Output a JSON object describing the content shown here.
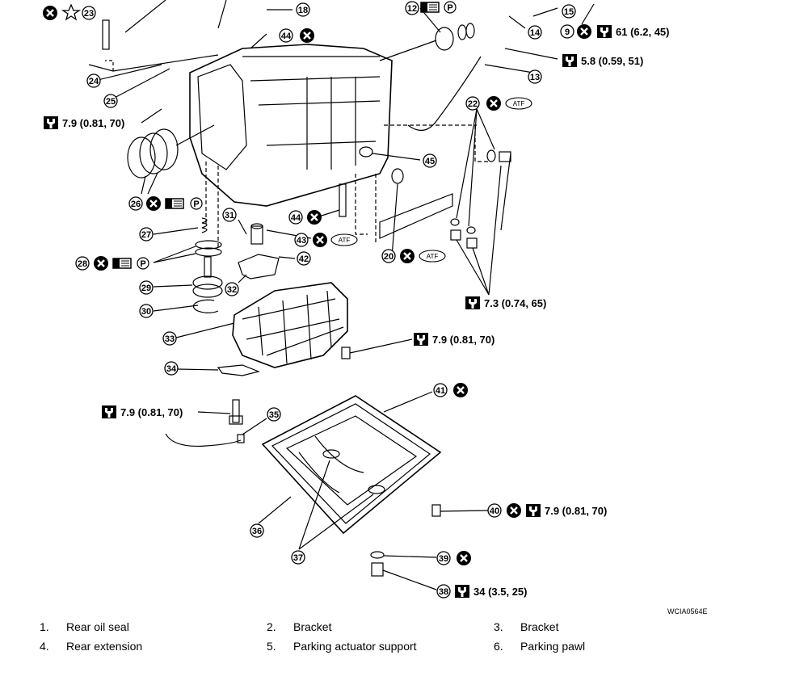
{
  "callouts": {
    "c9": "9",
    "c12": "12",
    "c13": "13",
    "c14": "14",
    "c15": "15",
    "c18": "18",
    "c20": "20",
    "c22": "22",
    "c23": "23",
    "c24": "24",
    "c25": "25",
    "c26": "26",
    "c27": "27",
    "c28": "28",
    "c29": "29",
    "c30": "30",
    "c31": "31",
    "c32": "32",
    "c33": "33",
    "c34": "34",
    "c35": "35",
    "c36": "36",
    "c37": "37",
    "c38": "38",
    "c39": "39",
    "c40": "40",
    "c41": "41",
    "c42": "42",
    "c43": "43",
    "c44a": "44",
    "c44b": "44",
    "c45": "45"
  },
  "torques": {
    "t_top_right": "61  (6.2,  45)",
    "t_58": "5.8  (0.59,  51)",
    "t_left_79": "7.9  (0.81,  70)",
    "t_73": "7.3  (0.74,  65)",
    "t_mid_79": "7.9  (0.81,  70)",
    "t_bolt_79": "7.9  (0.81,  70)",
    "t_40": "7.9  (0.81,  70)",
    "t_38": "34  (3.5,  25)"
  },
  "marks": {
    "atf": "ATF",
    "p": "P"
  },
  "figure_code": "WCIA0564E",
  "legend": [
    {
      "num": "1.",
      "text": "Rear oil seal"
    },
    {
      "num": "2.",
      "text": "Bracket"
    },
    {
      "num": "3.",
      "text": "Bracket"
    },
    {
      "num": "4.",
      "text": "Rear extension"
    },
    {
      "num": "5.",
      "text": "Parking actuator support"
    },
    {
      "num": "6.",
      "text": "Parking pawl"
    }
  ]
}
